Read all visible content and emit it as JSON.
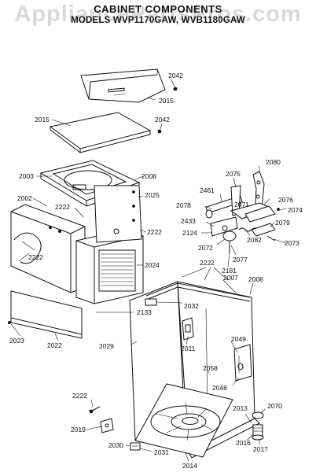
{
  "header": {
    "title": "CABINET COMPONENTS",
    "subtitle": "MODELS WVP1170GAW, WVB1180GAW"
  },
  "watermark": "AppliancePartsPros.com",
  "callouts": {
    "c2042a": "2042",
    "c2015a": "2015",
    "c2015b": "2015",
    "c2042b": "2042",
    "c2003": "2003",
    "c2008a": "2008",
    "c2002": "2002",
    "c2025": "2025",
    "c2222a": "2222",
    "c2222b": "2222",
    "c2222c": "2222",
    "c2024": "2024",
    "c2133": "2133",
    "c2023": "2023",
    "c2022": "2022",
    "c2075": "2075",
    "c2080": "2080",
    "c2461": "2461",
    "c2078": "2078",
    "c2071": "2071",
    "c2076": "2076",
    "c2074": "2074",
    "c2433": "2433",
    "c2079": "2079",
    "c2124": "2124",
    "c2082": "2082",
    "c2073": "2073",
    "c2072": "2072",
    "c2077": "2077",
    "c2181": "2181",
    "c2222d": "2222",
    "c2007": "2007",
    "c2008b": "2008",
    "c2032": "2032",
    "c2011": "2011",
    "c2029": "2029",
    "c2049": "2049",
    "c2058": "2058",
    "c2048": "2048",
    "c2222e": "2222",
    "c2013": "2013",
    "c2070": "2070",
    "c2019": "2019",
    "c2016": "2016",
    "c2017": "2017",
    "c2030": "2030",
    "c2031": "2031",
    "c2014": "2014"
  }
}
